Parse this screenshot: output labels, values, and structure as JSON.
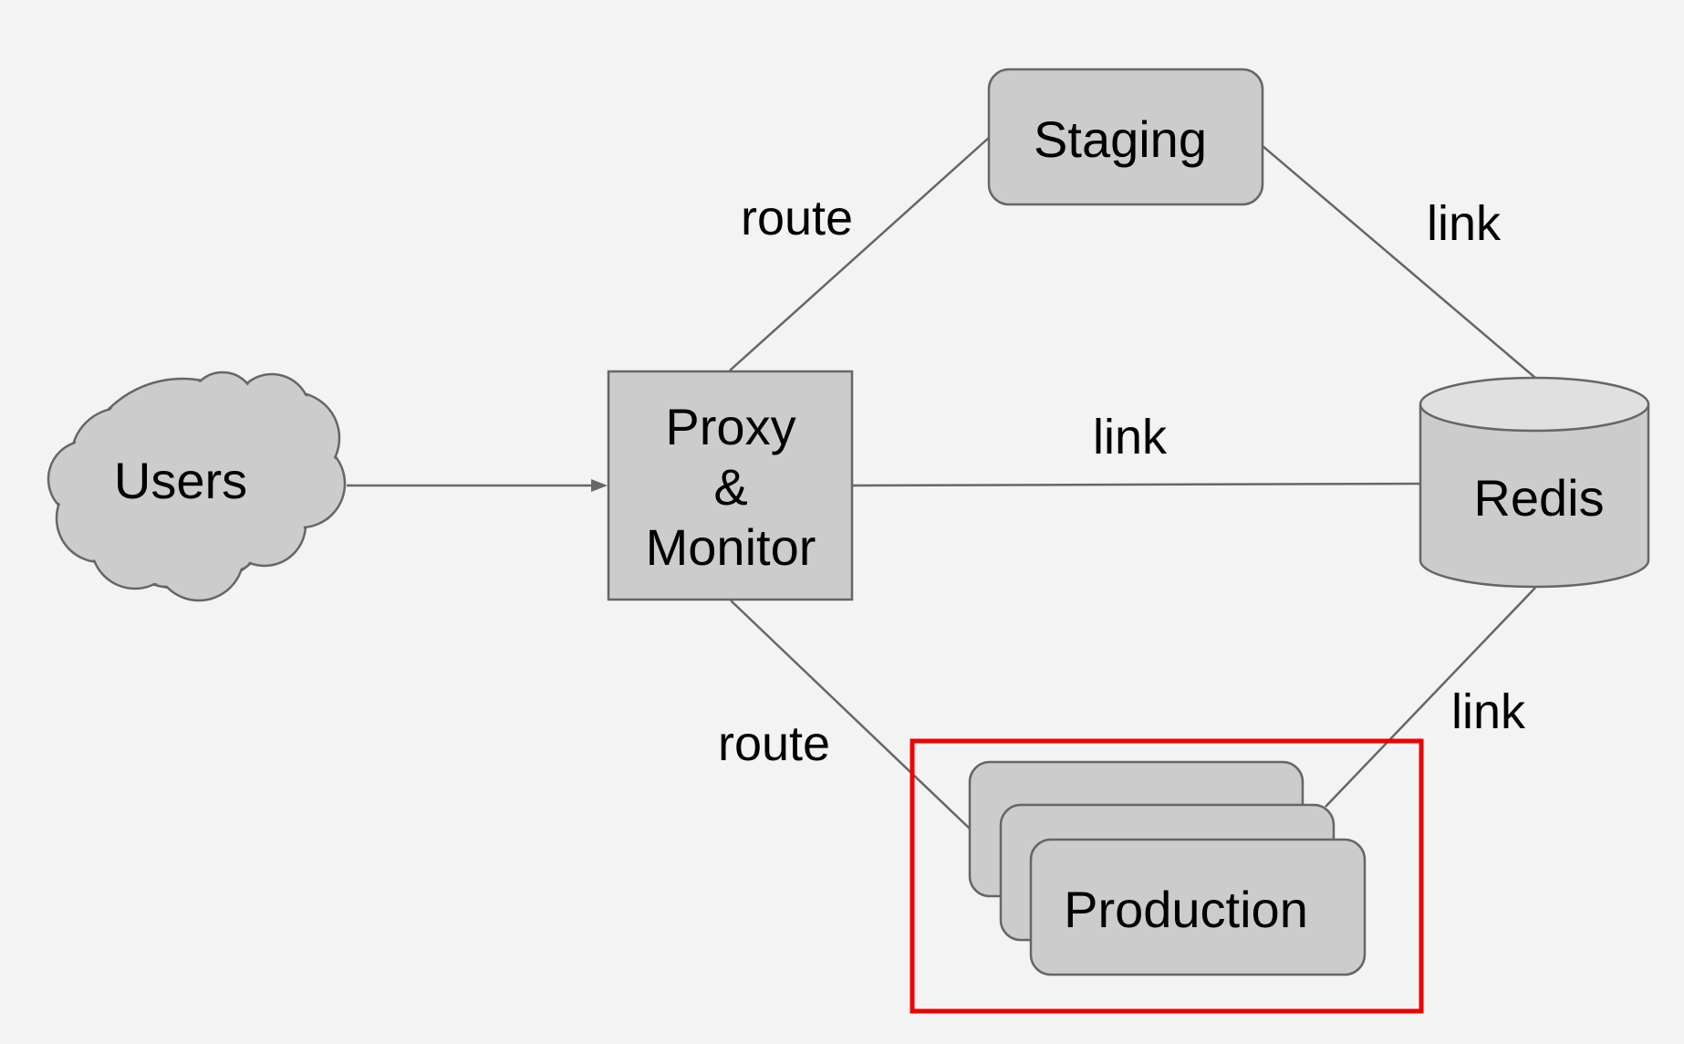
{
  "diagram": {
    "nodes": {
      "users": {
        "label": "Users",
        "shape": "cloud"
      },
      "proxy": {
        "label_lines": [
          "Proxy",
          "&",
          "Monitor"
        ],
        "shape": "rectangle"
      },
      "staging": {
        "label": "Staging",
        "shape": "rounded-rectangle"
      },
      "redis": {
        "label": "Redis",
        "shape": "cylinder"
      },
      "production": {
        "label": "Production",
        "shape": "stacked-rounded-rectangles"
      }
    },
    "edges": {
      "users_to_proxy": {
        "from": "Users",
        "to": "Proxy & Monitor",
        "label": "",
        "arrow": true
      },
      "proxy_to_staging": {
        "from": "Proxy & Monitor",
        "to": "Staging",
        "label": "route"
      },
      "proxy_to_redis": {
        "from": "Proxy & Monitor",
        "to": "Redis",
        "label": "link"
      },
      "staging_to_redis": {
        "from": "Staging",
        "to": "Redis",
        "label": "link"
      },
      "proxy_to_production": {
        "from": "Proxy & Monitor",
        "to": "Production",
        "label": "route"
      },
      "production_to_redis": {
        "from": "Production",
        "to": "Redis",
        "label": "link"
      }
    },
    "highlight": {
      "target": "Production",
      "color": "#ee0000"
    },
    "colors": {
      "background": "#f3f3f3",
      "node_fill": "#cccccc",
      "node_stroke": "#666666",
      "cylinder_top_fill": "#e0e0e0",
      "edge_stroke": "#666666"
    }
  }
}
